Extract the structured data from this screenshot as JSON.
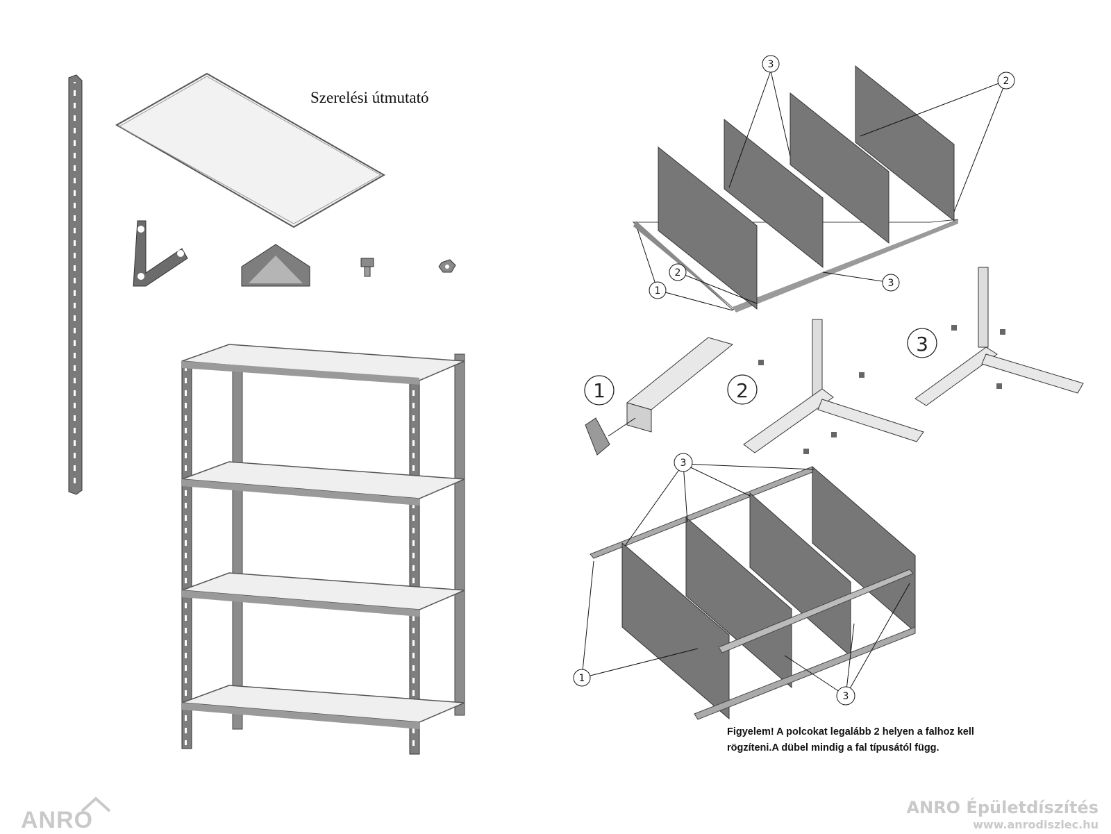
{
  "document": {
    "title": "Szerelési útmutató",
    "warning_line1": "Figyelem! A polcokat legalább 2 helyen a falhoz kell",
    "warning_line2": "rögzíteni.A dübel mindig a fal típusától függ."
  },
  "callouts": {
    "one": "1",
    "two": "2",
    "three": "3"
  },
  "branding": {
    "left_logo": "ANRO",
    "right_name": "ANRO Épületdíszítés",
    "right_url": "www.anrodiszlec.hu",
    "watermark_color": "#c9c9c9"
  }
}
